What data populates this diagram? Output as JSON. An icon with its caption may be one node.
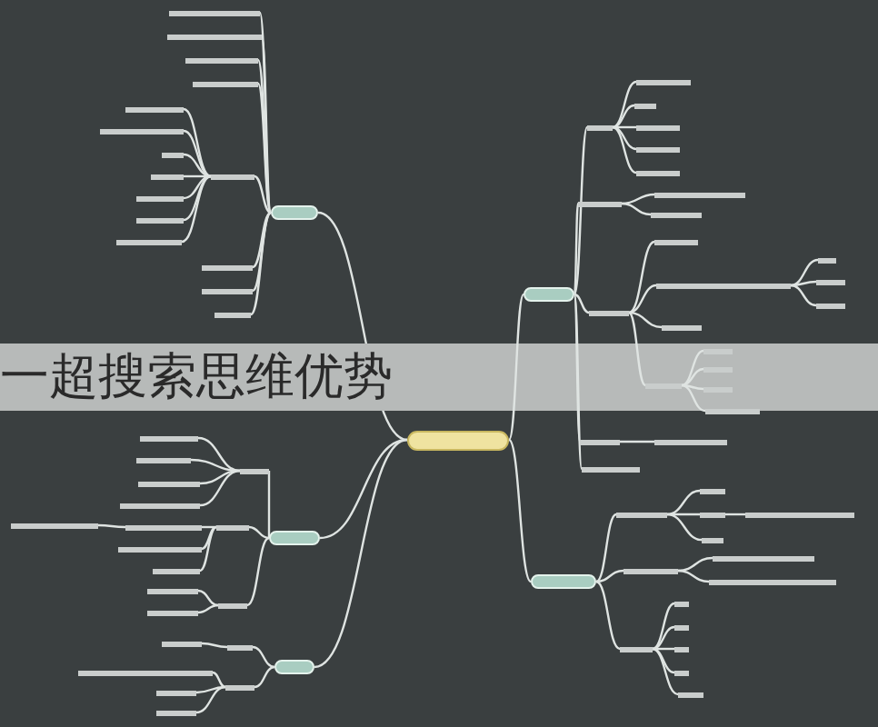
{
  "diagram": {
    "nodes": [
      {
        "text": [],
        "shape": "box"
      },
      {
        "text": [],
        "shape": "box"
      },
      {
        "text": [],
        "shape": "bar"
      },
      {
        "text": [],
        "shape": "bar"
      },
      {
        "text": [],
        "shape": "bar"
      },
      {
        "text": [],
        "shape": "bar"
      },
      {
        "text": [],
        "shape": "bar"
      },
      {
        "text": [],
        "shape": "bar"
      },
      {
        "text": [],
        "shape": "bar"
      },
      {
        "text": [],
        "shape": "bar"
      },
      {
        "text": [],
        "shape": "bar"
      },
      {
        "text": [],
        "shape": "bar"
      },
      {
        "text": [],
        "shape": "bar"
      },
      {
        "text": [],
        "shape": "bar"
      },
      {
        "text": [],
        "shape": "bar"
      },
      {
        "text": [],
        "shape": "bar"
      },
      {
        "text": [],
        "shape": "bar"
      },
      {
        "text": [],
        "shape": "box"
      },
      {
        "text": [],
        "shape": "bar"
      },
      {
        "text": [],
        "shape": "bar"
      },
      {
        "text": [],
        "shape": "bar"
      },
      {
        "text": [],
        "shape": "bar"
      },
      {
        "text": [],
        "shape": "bar"
      },
      {
        "text": [],
        "shape": "bar"
      },
      {
        "text": [],
        "shape": "bar"
      },
      {
        "text": [],
        "shape": "bar"
      },
      {
        "text": [],
        "shape": "bar"
      },
      {
        "text": [],
        "shape": "bar"
      },
      {
        "text": [],
        "shape": "bar"
      },
      {
        "text": [],
        "shape": "bar"
      },
      {
        "text": [],
        "shape": "bar"
      },
      {
        "text": [],
        "shape": "bar"
      },
      {
        "text": [],
        "shape": "bar"
      },
      {
        "text": [],
        "shape": "bar"
      },
      {
        "text": [],
        "shape": "bar"
      },
      {
        "text": [],
        "shape": "bar"
      },
      {
        "text": [],
        "shape": "bar"
      },
      {
        "text": [],
        "shape": "bar"
      },
      {
        "text": [],
        "shape": "bar"
      },
      {
        "text": [],
        "shape": "bar"
      },
      {
        "text": [],
        "shape": "bar"
      },
      {
        "text": [],
        "shape": "bar"
      },
      {
        "text": [],
        "shape": "box"
      },
      {
        "text": [],
        "shape": "bar"
      },
      {
        "text": [],
        "shape": "bar"
      },
      {
        "text": [],
        "shape": "bar"
      },
      {
        "text": [],
        "shape": "bar"
      },
      {
        "text": [],
        "shape": "bar"
      },
      {
        "text": [],
        "shape": "bar"
      },
      {
        "text": [],
        "shape": "bar"
      },
      {
        "text": [],
        "shape": "bar"
      },
      {
        "text": [],
        "shape": "bar"
      },
      {
        "text": [],
        "shape": "bar"
      },
      {
        "text": [],
        "shape": "bar"
      },
      {
        "text": [],
        "shape": "bar"
      },
      {
        "text": [],
        "shape": "box"
      },
      {
        "text": [],
        "shape": "bar"
      },
      {
        "text": [],
        "shape": "bar"
      },
      {
        "text": [],
        "shape": "bar"
      },
      {
        "text": [],
        "shape": "bar"
      },
      {
        "text": [],
        "shape": "bar"
      },
      {
        "text": [],
        "shape": "bar"
      },
      {
        "text": [],
        "shape": "box"
      },
      {
        "text": [],
        "shape": "bar"
      },
      {
        "text": [],
        "shape": "bar"
      },
      {
        "text": [],
        "shape": "bar"
      },
      {
        "text": [],
        "shape": "bar"
      },
      {
        "text": [],
        "shape": "bar"
      },
      {
        "text": [],
        "shape": "bar"
      },
      {
        "text": [],
        "shape": "bar"
      },
      {
        "text": [],
        "shape": "bar"
      },
      {
        "text": [],
        "shape": "bar"
      },
      {
        "text": [],
        "shape": "bar"
      },
      {
        "text": [],
        "shape": "bar"
      },
      {
        "text": [],
        "shape": "bar"
      },
      {
        "text": [],
        "shape": "bar"
      },
      {
        "text": [],
        "shape": "bar"
      },
      {
        "text": [],
        "shape": "bar"
      }
    ],
    "edges": [
      {
        "from": 0,
        "to": 1,
        "arrow": "none"
      },
      {
        "from": 1,
        "to": 2,
        "arrow": "none"
      },
      {
        "from": 1,
        "to": 3,
        "arrow": "none"
      },
      {
        "from": 1,
        "to": 4,
        "arrow": "none"
      },
      {
        "from": 1,
        "to": 5,
        "arrow": "none"
      },
      {
        "from": 1,
        "to": 6,
        "arrow": "none"
      },
      {
        "from": 6,
        "to": 7,
        "arrow": "none"
      },
      {
        "from": 6,
        "to": 8,
        "arrow": "none"
      },
      {
        "from": 6,
        "to": 9,
        "arrow": "none"
      },
      {
        "from": 6,
        "to": 10,
        "arrow": "none"
      },
      {
        "from": 6,
        "to": 11,
        "arrow": "none"
      },
      {
        "from": 6,
        "to": 12,
        "arrow": "none"
      },
      {
        "from": 6,
        "to": 13,
        "arrow": "none"
      },
      {
        "from": 1,
        "to": 14,
        "arrow": "none"
      },
      {
        "from": 1,
        "to": 15,
        "arrow": "none"
      },
      {
        "from": 1,
        "to": 16,
        "arrow": "none"
      },
      {
        "from": 0,
        "to": 17,
        "arrow": "none"
      },
      {
        "from": 17,
        "to": 18,
        "arrow": "none"
      },
      {
        "from": 18,
        "to": 19,
        "arrow": "none"
      },
      {
        "from": 18,
        "to": 20,
        "arrow": "none"
      },
      {
        "from": 18,
        "to": 21,
        "arrow": "none"
      },
      {
        "from": 18,
        "to": 22,
        "arrow": "none"
      },
      {
        "from": 18,
        "to": 23,
        "arrow": "none"
      },
      {
        "from": 17,
        "to": 24,
        "arrow": "none"
      },
      {
        "from": 24,
        "to": 25,
        "arrow": "none"
      },
      {
        "from": 24,
        "to": 26,
        "arrow": "none"
      },
      {
        "from": 17,
        "to": 27,
        "arrow": "none"
      },
      {
        "from": 27,
        "to": 28,
        "arrow": "none"
      },
      {
        "from": 27,
        "to": 29,
        "arrow": "none"
      },
      {
        "from": 29,
        "to": 30,
        "arrow": "none"
      },
      {
        "from": 29,
        "to": 31,
        "arrow": "none"
      },
      {
        "from": 29,
        "to": 32,
        "arrow": "none"
      },
      {
        "from": 27,
        "to": 33,
        "arrow": "none"
      },
      {
        "from": 27,
        "to": 34,
        "arrow": "none"
      },
      {
        "from": 34,
        "to": 35,
        "arrow": "none"
      },
      {
        "from": 34,
        "to": 36,
        "arrow": "none"
      },
      {
        "from": 34,
        "to": 37,
        "arrow": "none"
      },
      {
        "from": 34,
        "to": 38,
        "arrow": "none"
      },
      {
        "from": 17,
        "to": 39,
        "arrow": "none"
      },
      {
        "from": 39,
        "to": 40,
        "arrow": "none"
      },
      {
        "from": 17,
        "to": 41,
        "arrow": "none"
      },
      {
        "from": 0,
        "to": 42,
        "arrow": "none"
      },
      {
        "from": 42,
        "to": 43,
        "arrow": "none"
      },
      {
        "from": 43,
        "to": 44,
        "arrow": "none"
      },
      {
        "from": 43,
        "to": 45,
        "arrow": "none"
      },
      {
        "from": 43,
        "to": 46,
        "arrow": "none"
      },
      {
        "from": 43,
        "to": 47,
        "arrow": "none"
      },
      {
        "from": 42,
        "to": 48,
        "arrow": "none"
      },
      {
        "from": 48,
        "to": 49,
        "arrow": "none"
      },
      {
        "from": 48,
        "to": 50,
        "arrow": "none"
      },
      {
        "from": 48,
        "to": 51,
        "arrow": "none"
      },
      {
        "from": 42,
        "to": 52,
        "arrow": "none"
      },
      {
        "from": 52,
        "to": 53,
        "arrow": "none"
      },
      {
        "from": 52,
        "to": 54,
        "arrow": "none"
      },
      {
        "from": 0,
        "to": 55,
        "arrow": "none"
      },
      {
        "from": 55,
        "to": 56,
        "arrow": "none"
      },
      {
        "from": 56,
        "to": 57,
        "arrow": "none"
      },
      {
        "from": 55,
        "to": 58,
        "arrow": "none"
      },
      {
        "from": 58,
        "to": 59,
        "arrow": "none"
      },
      {
        "from": 58,
        "to": 60,
        "arrow": "none"
      },
      {
        "from": 58,
        "to": 61,
        "arrow": "none"
      },
      {
        "from": 0,
        "to": 62,
        "arrow": "none"
      },
      {
        "from": 62,
        "to": 63,
        "arrow": "none"
      },
      {
        "from": 63,
        "to": 64,
        "arrow": "none"
      },
      {
        "from": 63,
        "to": 65,
        "arrow": "none"
      },
      {
        "from": 65,
        "to": 66,
        "arrow": "none"
      },
      {
        "from": 63,
        "to": 67,
        "arrow": "none"
      },
      {
        "from": 62,
        "to": 68,
        "arrow": "none"
      },
      {
        "from": 68,
        "to": 69,
        "arrow": "none"
      },
      {
        "from": 68,
        "to": 70,
        "arrow": "none"
      },
      {
        "from": 62,
        "to": 71,
        "arrow": "none"
      },
      {
        "from": 71,
        "to": 72,
        "arrow": "none"
      },
      {
        "from": 71,
        "to": 73,
        "arrow": "none"
      },
      {
        "from": 71,
        "to": 74,
        "arrow": "none"
      },
      {
        "from": 71,
        "to": 75,
        "arrow": "none"
      },
      {
        "from": 71,
        "to": 76,
        "arrow": "none"
      },
      {
        "from": 49,
        "to": 77,
        "arrow": "none"
      }
    ],
    "labels": [
      "一超搜索思维优势"
    ]
  }
}
